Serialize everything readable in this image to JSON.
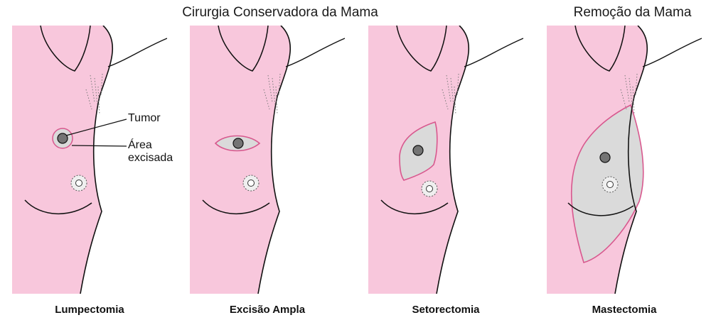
{
  "header": {
    "conservative_title": "Cirurgia Conservadora da Mama",
    "removal_title": "Remoção da Mama"
  },
  "callouts": {
    "tumor": "Tumor",
    "excised_area": "Área excisada"
  },
  "panels": [
    {
      "caption": "Lumpectomia"
    },
    {
      "caption": "Excisão Ampla"
    },
    {
      "caption": "Setorectomia"
    },
    {
      "caption": "Mastectomia"
    }
  ],
  "colors": {
    "skin": "#f8c7dc",
    "outline": "#111111",
    "excised_fill": "#dadada",
    "excised_border": "#d8588e",
    "tumor": "#747474"
  }
}
